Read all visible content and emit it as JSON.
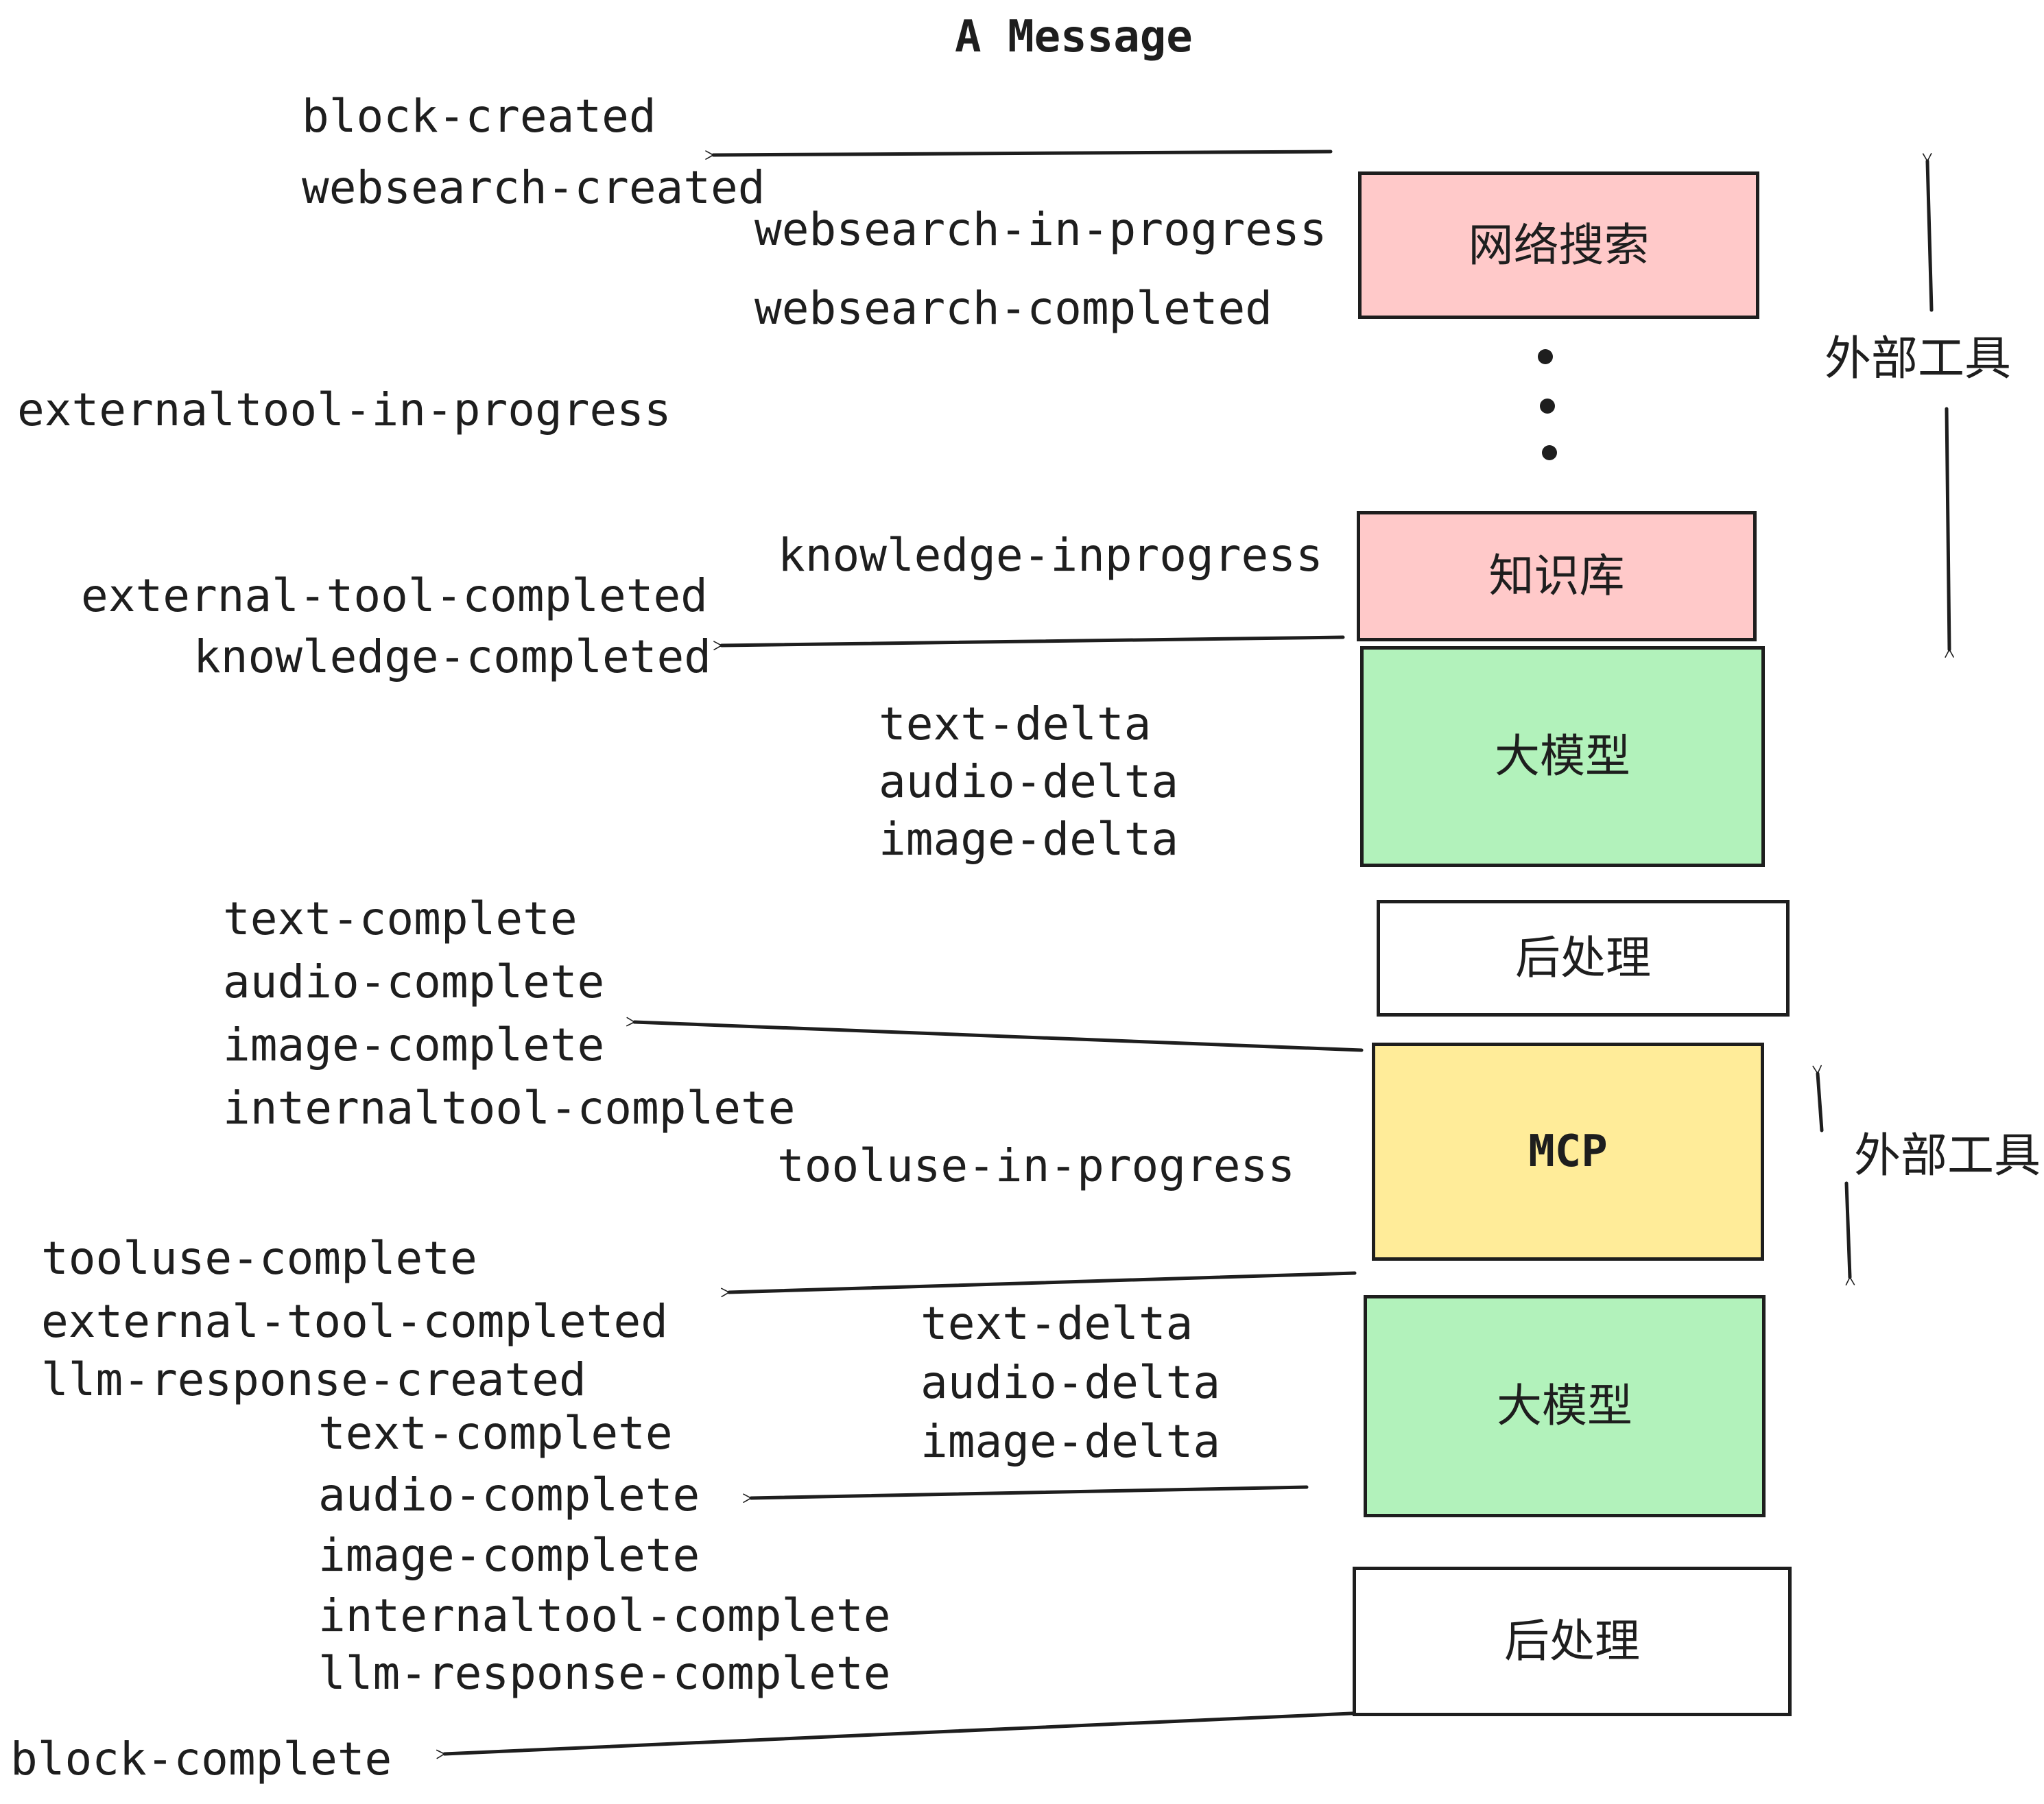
{
  "title": "A Message",
  "colors": {
    "stroke": "#1e1e1e",
    "box_pink": "#ffc9c9",
    "box_green": "#b2f2bb",
    "box_yellow": "#ffec99",
    "box_white": "#ffffff",
    "background": "#ffffff"
  },
  "boxes": [
    {
      "id": "websearch",
      "label": "网络搜索",
      "color": "#ffc9c9"
    },
    {
      "id": "knowledge",
      "label": "知识库",
      "color": "#ffc9c9"
    },
    {
      "id": "llm-1",
      "label": "大模型",
      "color": "#b2f2bb"
    },
    {
      "id": "post-1",
      "label": "后处理",
      "color": "#ffffff"
    },
    {
      "id": "mcp",
      "label": "MCP",
      "color": "#ffec99"
    },
    {
      "id": "llm-2",
      "label": "大模型",
      "color": "#b2f2bb"
    },
    {
      "id": "post-2",
      "label": "后处理",
      "color": "#ffffff"
    }
  ],
  "side_labels": [
    {
      "text": "外部工具"
    },
    {
      "text": "外部工具"
    }
  ],
  "events": [
    {
      "text": "block-created"
    },
    {
      "text": "websearch-created"
    },
    {
      "text": "websearch-in-progress"
    },
    {
      "text": "websearch-completed"
    },
    {
      "text": "externaltool-in-progress"
    },
    {
      "text": "knowledge-inprogress"
    },
    {
      "text": "external-tool-completed"
    },
    {
      "text": "knowledge-completed"
    },
    {
      "text": "text-delta"
    },
    {
      "text": "audio-delta"
    },
    {
      "text": "image-delta"
    },
    {
      "text": "text-complete"
    },
    {
      "text": "audio-complete"
    },
    {
      "text": "image-complete"
    },
    {
      "text": "internaltool-complete"
    },
    {
      "text": "tooluse-in-progress"
    },
    {
      "text": "tooluse-complete"
    },
    {
      "text": "external-tool-completed"
    },
    {
      "text": "llm-response-created"
    },
    {
      "text": "text-complete"
    },
    {
      "text": "audio-complete"
    },
    {
      "text": "image-complete"
    },
    {
      "text": "internaltool-complete"
    },
    {
      "text": "llm-response-complete"
    },
    {
      "text": "text-delta"
    },
    {
      "text": "audio-delta"
    },
    {
      "text": "image-delta"
    },
    {
      "text": "block-complete"
    }
  ]
}
